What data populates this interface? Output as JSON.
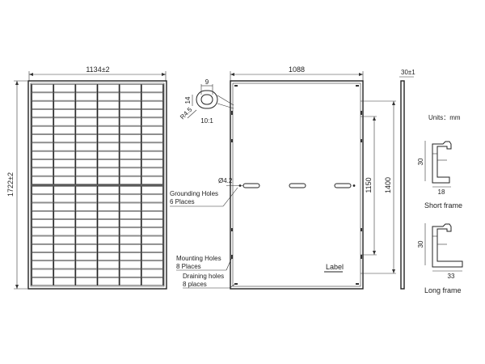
{
  "front_view": {
    "width_label": "1134±2",
    "height_label": "1722±2",
    "cell_columns": 6,
    "cell_rows_per_half": 12
  },
  "rear_view": {
    "width_label": "1088",
    "hole_detail": {
      "dim_9": "9",
      "dim_14": "14",
      "radius": "R4.5",
      "scale": "10:1"
    },
    "hole_diameter": "Ø4.2",
    "grounding_holes": {
      "line1": "Grounding Holes",
      "line2": "6 Places"
    },
    "mounting_holes": {
      "line1": "Mounting Holes",
      "line2": "8 Places"
    },
    "draining_holes": {
      "line1": "Draining holes",
      "line2": "8 places"
    },
    "dim_1150": "1150",
    "dim_1400": "1400",
    "label_text": "Label"
  },
  "side_view": {
    "thickness_label": "30±1"
  },
  "profiles": {
    "units": "Units：mm",
    "short_frame": {
      "height": "30",
      "width": "18",
      "caption": "Short frame"
    },
    "long_frame": {
      "height": "30",
      "width": "33",
      "caption": "Long frame"
    }
  }
}
